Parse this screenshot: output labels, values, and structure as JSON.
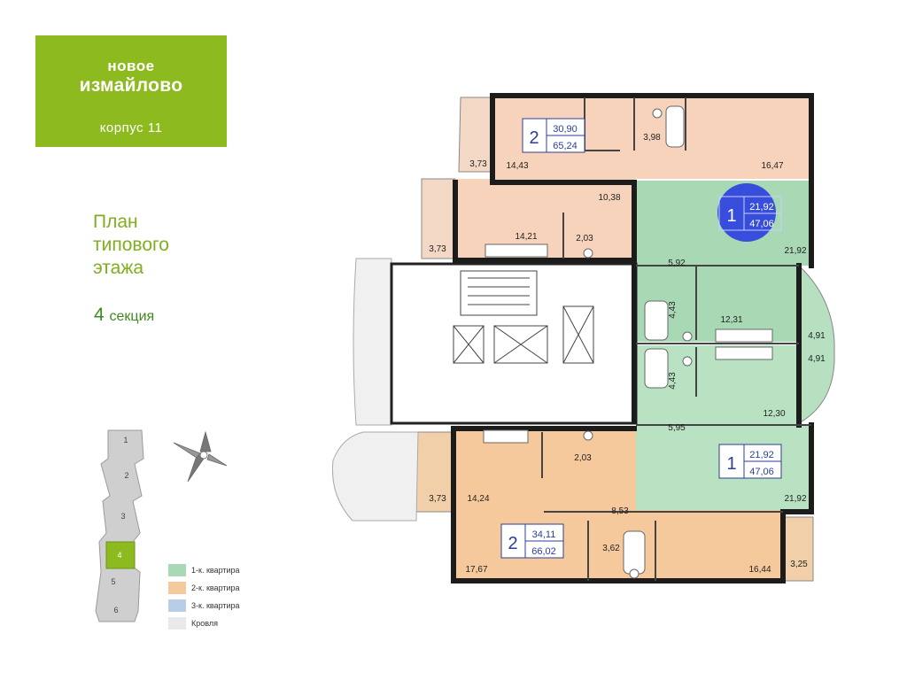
{
  "brand": {
    "line1": "новое",
    "line2": "измайлово",
    "building": "корпус 11"
  },
  "heading": {
    "line1": "План",
    "line2": "типового",
    "line3": "этажа"
  },
  "section": {
    "number": "4",
    "word": "секция"
  },
  "colors": {
    "one_room": "#a9d9b4",
    "one_room_dark": "#8dcb9c",
    "two_room": "#f7d3bb",
    "two_room_alt": "#f6c99d",
    "three_room": "#b7cde8",
    "roof": "#e9e9e9",
    "brand": "#8dba1e",
    "highlight": "#2a3ee0",
    "label": "#2b3e9a"
  },
  "apartments": [
    {
      "rooms": "2",
      "living": "30,90",
      "total": "65,24"
    },
    {
      "rooms": "1",
      "living": "21,92",
      "total": "47,06"
    },
    {
      "rooms": "1",
      "living": "21,92",
      "total": "47,06"
    },
    {
      "rooms": "2",
      "living": "34,11",
      "total": "66,02"
    }
  ],
  "areas": {
    "a1": "3,73",
    "a2": "14,43",
    "a3": "3,98",
    "a4": "16,47",
    "a5": "10,38",
    "a6": "3,73",
    "a7": "14,21",
    "a8": "2,03",
    "a9": "21,92",
    "a10": "5,92",
    "a11": "4,43",
    "a12": "12,31",
    "a13": "4,91",
    "a14": "4,91",
    "a15": "4,43",
    "a16": "12,30",
    "a17": "5,95",
    "a18": "2,03",
    "a19": "3,73",
    "a20": "14,24",
    "a21": "8,53",
    "a22": "21,92",
    "a23": "3,62",
    "a24": "17,67",
    "a25": "16,44",
    "a26": "3,25"
  },
  "sections_map": [
    "1",
    "2",
    "3",
    "4",
    "5",
    "6"
  ],
  "legend": [
    {
      "label": "1-к. квартира",
      "color": "#a9d9b4"
    },
    {
      "label": "2-к. квартира",
      "color": "#f6c99d"
    },
    {
      "label": "3-к. квартира",
      "color": "#b7cde8"
    },
    {
      "label": "Кровля",
      "color": "#e9e9e9"
    }
  ]
}
